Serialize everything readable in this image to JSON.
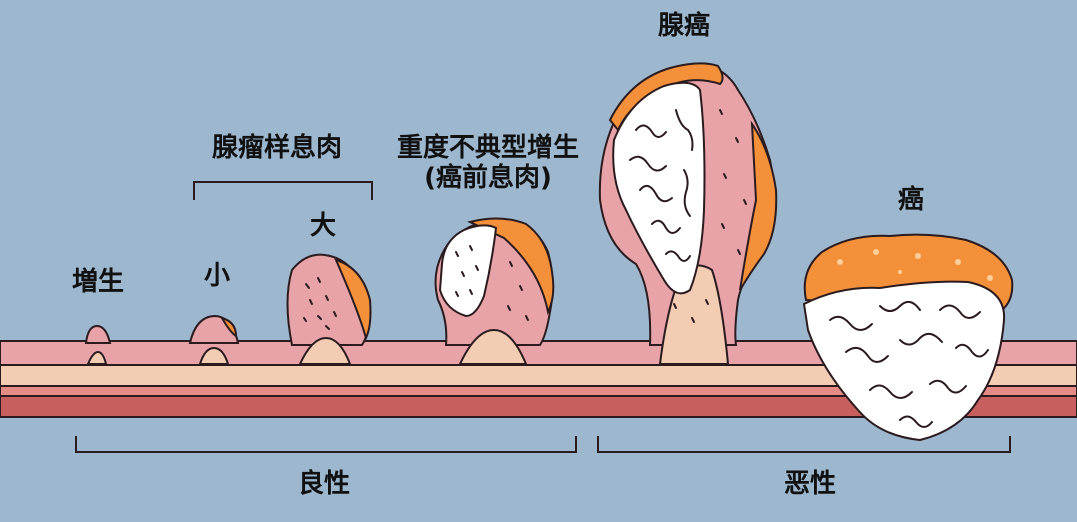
{
  "labels": {
    "hyperplasia": "増生",
    "adenoma_group": "腺瘤样息肉",
    "small": "小",
    "large": "大",
    "severe_dysplasia_line1": "重度不典型增生",
    "severe_dysplasia_line2": "(癌前息肉)",
    "adenocarcinoma": "腺癌",
    "cancer": "癌",
    "benign": "良性",
    "malignant": "恶性"
  },
  "colors": {
    "background": "#9db7cf",
    "mucosa": "#e7a3a8",
    "submucosa": "#f2cdb3",
    "muscle": "#c85f5f",
    "muscle_light": "#e58b86",
    "tumor_orange": "#f4903a",
    "tumor_white": "#ffffff",
    "outline": "#2b1b1f"
  }
}
